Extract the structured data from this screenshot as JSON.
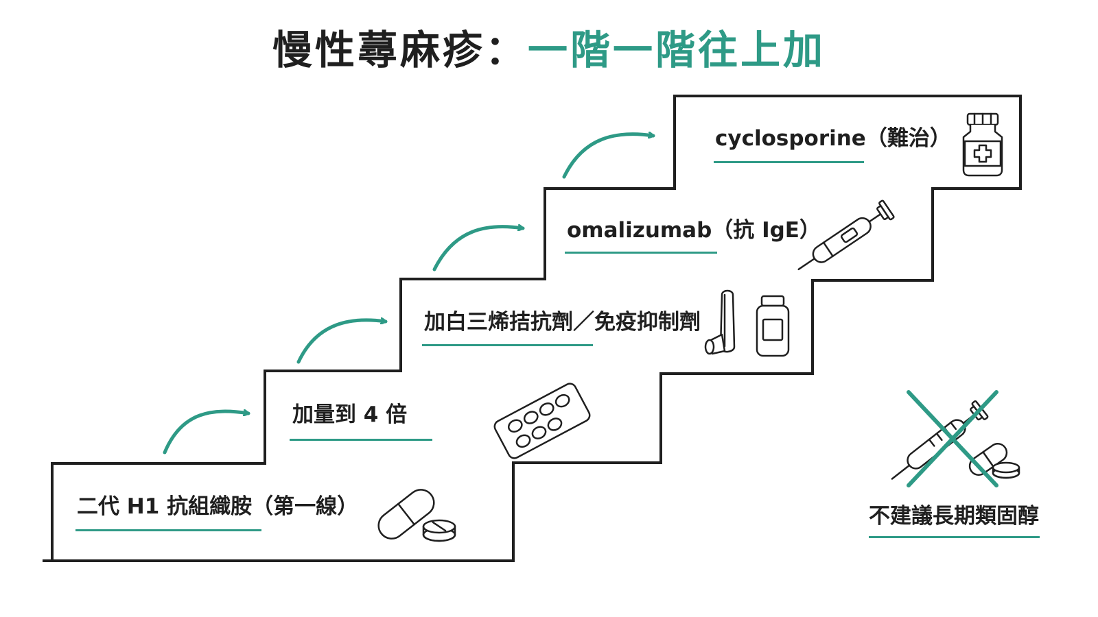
{
  "title": {
    "main": "慢性蕁麻疹：",
    "accent": "一階一階往上加"
  },
  "steps": [
    {
      "label": "二代 H1 抗組織胺（第一線）",
      "icon": "pill-capsule-tablet-icon"
    },
    {
      "label": "加量到 4 倍",
      "icon": "blister-pack-icon"
    },
    {
      "label": "加白三烯拮抗劑／免疫抑制劑",
      "icon": "inhaler-bottle-icon"
    },
    {
      "label": "omalizumab（抗 IgE）",
      "icon": "syringe-icon"
    },
    {
      "label": "cyclosporine（難治）",
      "icon": "medicine-bottle-icon"
    }
  ],
  "warning": {
    "label": "不建議長期類固醇",
    "icon": "crossed-out-syringe-pills-icon"
  },
  "colors": {
    "accent": "#2e9a86",
    "ink": "#1f1f1f",
    "background": "#ffffff"
  }
}
